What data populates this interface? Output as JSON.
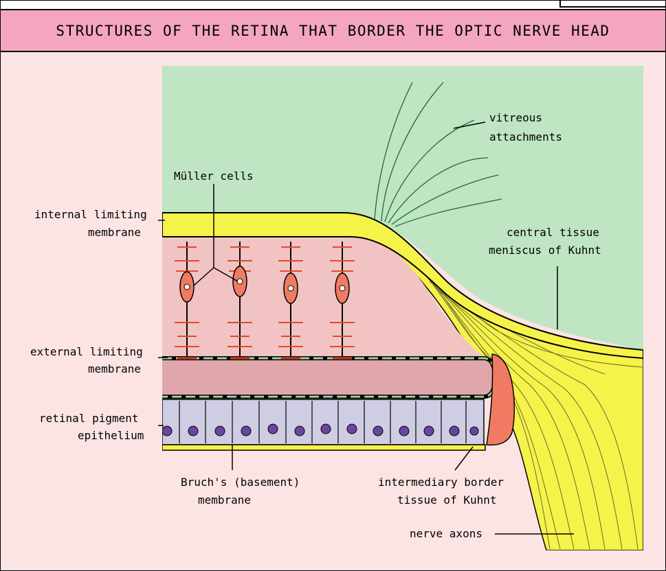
{
  "title": "STRUCTURES OF THE RETINA THAT BORDER THE OPTIC NERVE HEAD",
  "labels": {
    "vitreous_1": "vitreous",
    "vitreous_2": "attachments",
    "muller": "Müller cells",
    "ilm_1": "internal limiting",
    "ilm_2": "membrane",
    "central_1": "central tissue",
    "central_2": "meniscus of Kuhnt",
    "elm_1": "external limiting",
    "elm_2": "membrane",
    "rpe_1": "retinal pigment",
    "rpe_2": "epithelium",
    "bruch_1": "Bruch's (basement)",
    "bruch_2": "membrane",
    "intermediary_1": "intermediary border",
    "intermediary_2": "tissue of Kuhnt",
    "nerve": "nerve axons"
  },
  "colors": {
    "vitreous": "#bfe5c2",
    "yellow": "#f5f24a",
    "muller_cell": "#f07a62",
    "retina_pink": "#f1c3c3",
    "outer_pink": "#e0a6ac",
    "rpe_cell": "#cfcde3",
    "nucleus": "#6a44a0",
    "title_bar": "#f4a6be",
    "background": "#fde4e4"
  }
}
